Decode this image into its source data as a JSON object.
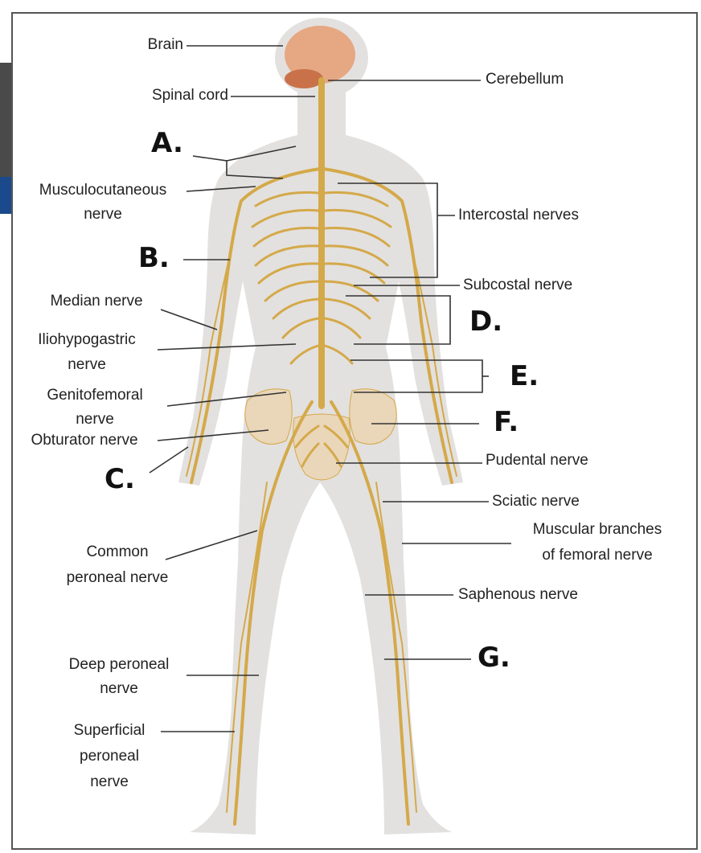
{
  "colors": {
    "skin": "#e3e1df",
    "nerve": "#d4a94a",
    "nerve_dark": "#b98a2a",
    "brain": "#e6a783",
    "cerebellum": "#c9724a",
    "line": "#333333",
    "pelvis": "#ead6b9"
  },
  "labels": {
    "brain": "Brain",
    "spinal_cord": "Spinal cord",
    "cerebellum": "Cerebellum",
    "musculocutaneous_1": "Musculocutaneous",
    "musculocutaneous_2": "nerve",
    "intercostal": "Intercostal nerves",
    "subcostal": "Subcostal nerve",
    "median": "Median nerve",
    "iliohypogastric_1": "Iliohypogastric",
    "iliohypogastric_2": "nerve",
    "genitofemoral_1": "Genitofemoral",
    "genitofemoral_2": "nerve",
    "obturator": "Obturator nerve",
    "pudental": "Pudental nerve",
    "sciatic": "Sciatic nerve",
    "muscular_1": "Muscular branches",
    "muscular_2": "of femoral nerve",
    "common_peroneal_1": "Common",
    "common_peroneal_2": "peroneal nerve",
    "saphenous": "Saphenous nerve",
    "deep_peroneal_1": "Deep peroneal",
    "deep_peroneal_2": "nerve",
    "superficial_1": "Superficial",
    "superficial_2": "peroneal",
    "superficial_3": "nerve"
  },
  "markers": {
    "a": "A.",
    "b": "B.",
    "c": "C.",
    "d": "D.",
    "e": "E.",
    "f": "F.",
    "g": "G."
  }
}
